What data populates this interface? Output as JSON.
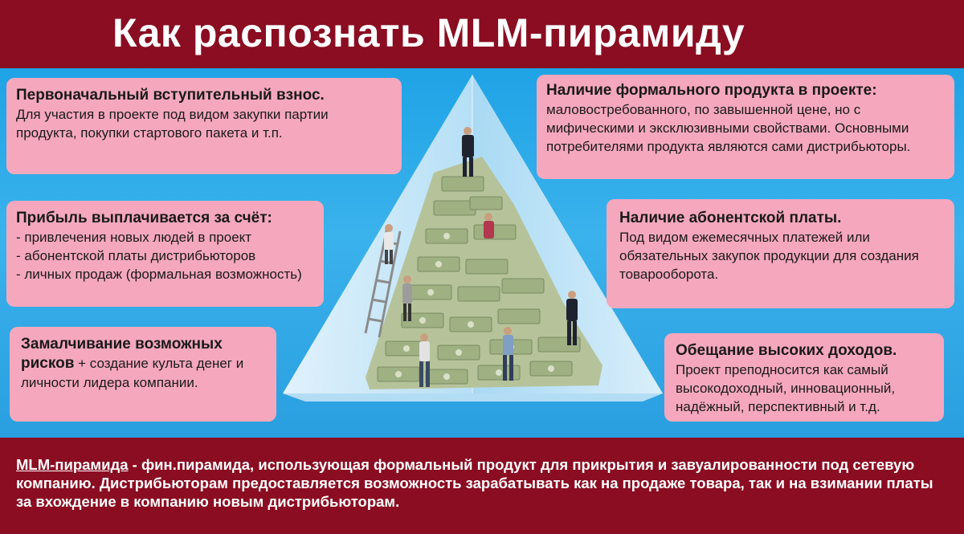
{
  "title": "Как распознать MLM-пирамиду",
  "cards": {
    "entry_fee": {
      "heading": "Первоначальный вступительный взнос.",
      "text": "Для участия в проекте под видом закупки партии продукта, покупки стартового пакета и т.п."
    },
    "profit": {
      "heading": "Прибыль выплачивается за счёт:",
      "items": [
        "- привлечения новых людей в проект",
        "- абонентской платы дистрибьюторов",
        "- личных продаж (формальная возможность)"
      ]
    },
    "risks": {
      "heading": "Замалчивание возможных рисков",
      "text": " + создание культа денег и личности лидера компании."
    },
    "product": {
      "heading": "Наличие формального продукта в проекте:",
      "text": "маловостребованного, по завышенной цене, но с мифическими и эксклюзивными свойствами. Основными потребителями продукта являются сами дистрибьюторы."
    },
    "subscription": {
      "heading": "Наличие абонентской платы.",
      "text": "Под видом ежемесячных платежей или обязательных закупок продукции для создания товарооборота."
    },
    "income": {
      "heading": "Обещание высоких доходов.",
      "text": "Проект преподносится как самый высокодоходный, инновационный, надёжный, перспективный и т.д."
    }
  },
  "footer": {
    "term": "MLM-пирамида",
    "definition": " - фин.пирамида, использующая формальный продукт для прикрытия и завуалированности под сетевую компанию. Дистрибьюторам предоставляется возможность зарабатывать как на продаже товара, так и на взимании платы за вхождение в компанию новым дистрибьюторам."
  },
  "colors": {
    "header_bg": "#8a0d22",
    "main_bg": "#2a9fe0",
    "card_bg": "#f5a8bd",
    "money": "#a9b88f"
  }
}
